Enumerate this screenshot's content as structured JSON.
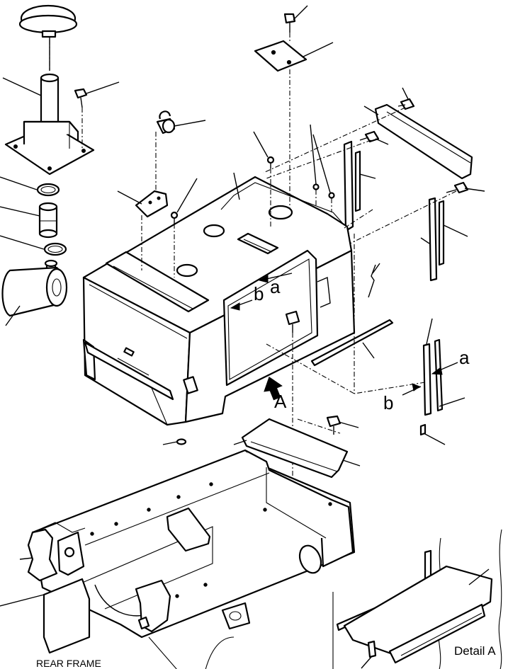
{
  "callouts": {
    "a_main": "a",
    "b_main": "b",
    "a_side": "a",
    "b_side": "b",
    "view_arrow": "A"
  },
  "captions": {
    "rear_frame": "REAR FRAME",
    "detail": "Detail A"
  }
}
